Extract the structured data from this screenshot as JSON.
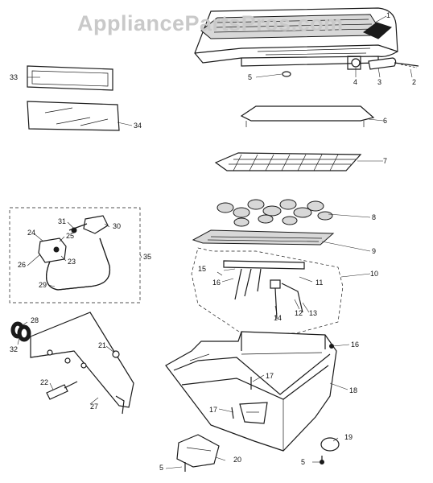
{
  "watermark": "AppliancePartsPros.com",
  "callouts": [
    "1",
    "2",
    "3",
    "4",
    "5",
    "6",
    "7",
    "8",
    "9",
    "10",
    "11",
    "12",
    "13",
    "14",
    "15",
    "16",
    "16",
    "17",
    "17",
    "18",
    "19",
    "20",
    "5",
    "5",
    "21",
    "22",
    "27",
    "28",
    "32",
    "33",
    "34",
    "35",
    "24",
    "25",
    "26",
    "23",
    "29",
    "30",
    "31"
  ]
}
